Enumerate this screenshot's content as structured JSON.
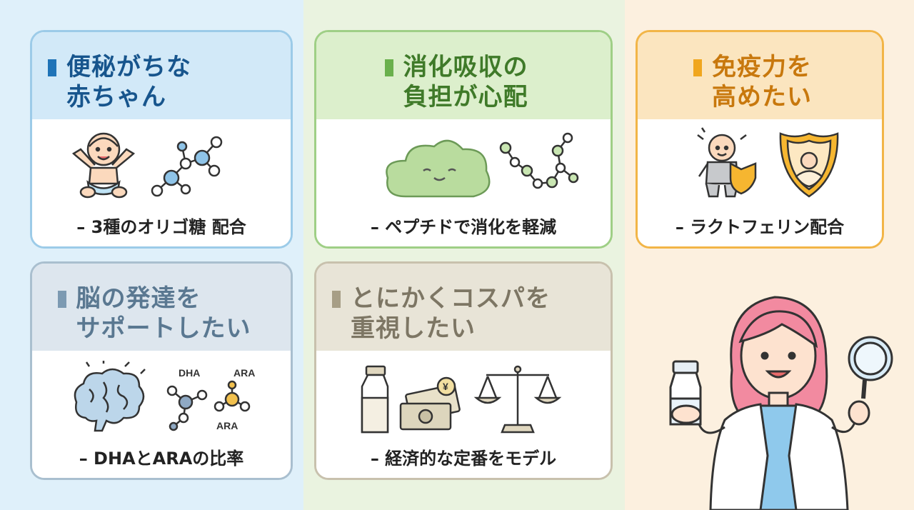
{
  "cards": [
    {
      "title": "便秘がちな\n赤ちゃん",
      "caption": "– 3種のオリゴ糖 配合"
    },
    {
      "title": "消化吸収の\n負担が心配",
      "caption": "– ペプチドで消化を軽減"
    },
    {
      "title": "免疫力を\n高めたい",
      "caption": "– ラクトフェリン配合"
    },
    {
      "title": "脳の発達を\nサポートしたい",
      "caption": "– DHAとARAの比率",
      "labels": {
        "dha": "DHA",
        "ara1": "ARA",
        "ara2": "ARA"
      }
    },
    {
      "title": "とにかくコスパを\n重視したい",
      "caption": "– 経済的な定番をモデル",
      "labels": {
        "yen": "¥"
      }
    }
  ],
  "icons": [
    "baby-icon",
    "molecule-icon",
    "cloud-face-icon",
    "peptide-chain-icon",
    "armored-baby-icon",
    "shield-baby-icon",
    "brain-icon",
    "dha-ara-molecule-icon",
    "milk-bottle-icon",
    "money-icon",
    "balance-scale-icon",
    "doctor-illustration"
  ],
  "colors": {
    "blue": "#1f73b7",
    "green": "#6ab04c",
    "orange": "#f0a61e",
    "grayblue": "#7c9ab2",
    "beige": "#a79e86"
  }
}
